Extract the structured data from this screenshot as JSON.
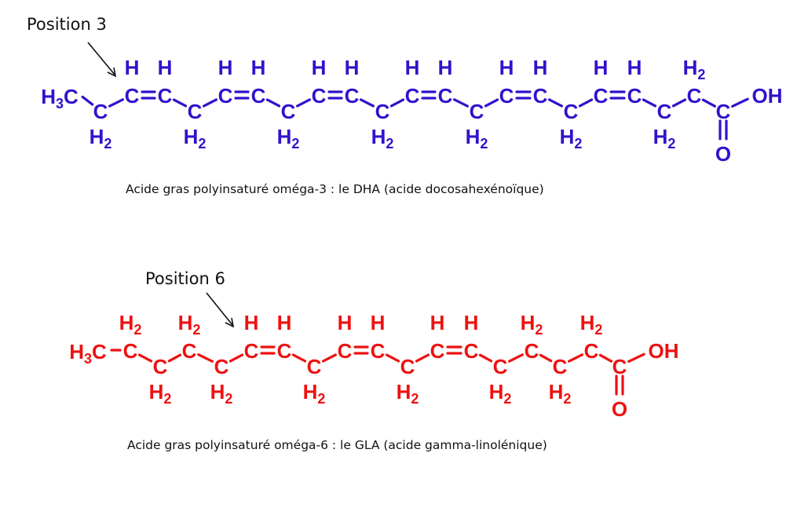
{
  "molecules": [
    {
      "id": "dha",
      "color": "#3311cc",
      "callout": "Position 3",
      "caption": "Acide gras polyinsaturé oméga-3 : le DHA (acide docosahexénoïque)",
      "terminal_start": "H3C",
      "terminal_end": "OH",
      "carbonyl_oxygen": "O",
      "carbon_symbol": "C",
      "h_single": "H",
      "h2": "H2",
      "segments": [
        "CH2",
        "CH=CH",
        "CH2",
        "CH=CH",
        "CH2",
        "CH=CH",
        "CH2",
        "CH=CH",
        "CH2",
        "CH=CH",
        "CH2",
        "CH=CH",
        "CH2",
        "CH2",
        "COOH"
      ]
    },
    {
      "id": "gla",
      "color": "#ee1111",
      "callout": "Position 6",
      "caption": "Acide gras polyinsaturé oméga-6 : le GLA (acide gamma-linolénique)",
      "terminal_start": "H3C",
      "terminal_end": "OH",
      "carbonyl_oxygen": "O",
      "carbon_symbol": "C",
      "h_single": "H",
      "h2": "H2",
      "segments": [
        "CH2",
        "CH2",
        "CH2",
        "CH2",
        "CH=CH",
        "CH2",
        "CH=CH",
        "CH2",
        "CH=CH",
        "CH2",
        "CH2",
        "CH2",
        "CH2",
        "COOH"
      ]
    }
  ]
}
